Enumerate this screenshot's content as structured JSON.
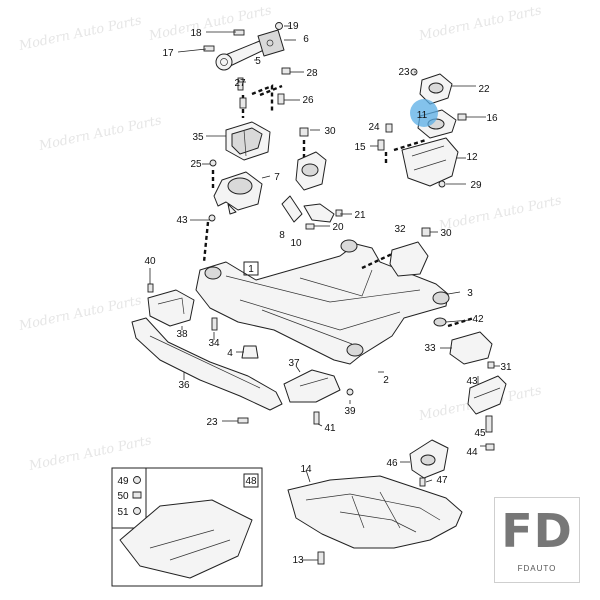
{
  "diagram": {
    "callouts": [
      {
        "id": "c1",
        "label": "1"
      },
      {
        "id": "c2",
        "label": "2"
      },
      {
        "id": "c3",
        "label": "3"
      },
      {
        "id": "c4",
        "label": "4"
      },
      {
        "id": "c5",
        "label": "5"
      },
      {
        "id": "c6",
        "label": "6"
      },
      {
        "id": "c7",
        "label": "7"
      },
      {
        "id": "c8",
        "label": "8"
      },
      {
        "id": "c10",
        "label": "10"
      },
      {
        "id": "c11",
        "label": "11"
      },
      {
        "id": "c12",
        "label": "12"
      },
      {
        "id": "c13",
        "label": "13"
      },
      {
        "id": "c14",
        "label": "14"
      },
      {
        "id": "c15",
        "label": "15"
      },
      {
        "id": "c16",
        "label": "16"
      },
      {
        "id": "c17",
        "label": "17"
      },
      {
        "id": "c18",
        "label": "18"
      },
      {
        "id": "c19",
        "label": "19"
      },
      {
        "id": "c20",
        "label": "20"
      },
      {
        "id": "c21",
        "label": "21"
      },
      {
        "id": "c22",
        "label": "22"
      },
      {
        "id": "c23a",
        "label": "23"
      },
      {
        "id": "c23b",
        "label": "23"
      },
      {
        "id": "c24",
        "label": "24"
      },
      {
        "id": "c25",
        "label": "25"
      },
      {
        "id": "c26",
        "label": "26"
      },
      {
        "id": "c27",
        "label": "27"
      },
      {
        "id": "c28",
        "label": "28"
      },
      {
        "id": "c29",
        "label": "29"
      },
      {
        "id": "c30a",
        "label": "30"
      },
      {
        "id": "c30b",
        "label": "30"
      },
      {
        "id": "c31",
        "label": "31"
      },
      {
        "id": "c32",
        "label": "32"
      },
      {
        "id": "c33",
        "label": "33"
      },
      {
        "id": "c34",
        "label": "34"
      },
      {
        "id": "c35",
        "label": "35"
      },
      {
        "id": "c36",
        "label": "36"
      },
      {
        "id": "c37",
        "label": "37"
      },
      {
        "id": "c38",
        "label": "38"
      },
      {
        "id": "c39",
        "label": "39"
      },
      {
        "id": "c40",
        "label": "40"
      },
      {
        "id": "c41",
        "label": "41"
      },
      {
        "id": "c42",
        "label": "42"
      },
      {
        "id": "c43a",
        "label": "43"
      },
      {
        "id": "c43b",
        "label": "43"
      },
      {
        "id": "c44",
        "label": "44"
      },
      {
        "id": "c45",
        "label": "45"
      },
      {
        "id": "c46",
        "label": "46"
      },
      {
        "id": "c47",
        "label": "47"
      },
      {
        "id": "c48",
        "label": "48"
      },
      {
        "id": "c49",
        "label": "49"
      },
      {
        "id": "c50",
        "label": "50"
      },
      {
        "id": "c51",
        "label": "51"
      }
    ],
    "highlight_label": "11",
    "highlight_color": "#5aaee6",
    "watermark_text": "Modern Auto Parts"
  },
  "logo": {
    "mark": "FD",
    "wordmark": "FDAUTO"
  }
}
